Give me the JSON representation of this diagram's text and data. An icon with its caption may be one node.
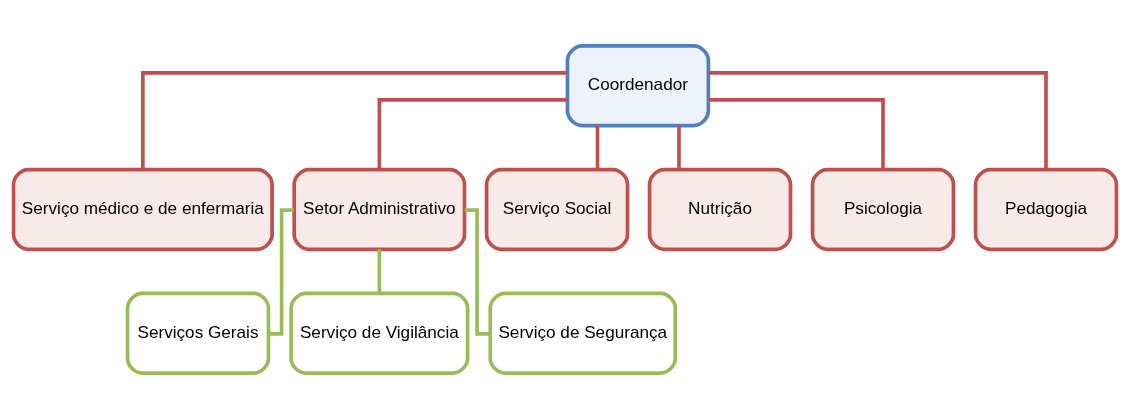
{
  "diagram": {
    "nodes": [
      {
        "text": [
          "Coordenador"
        ]
      },
      {
        "text": [
          "Serviço médico e de enfermaria"
        ]
      },
      {
        "text": [
          "Setor Administrativo"
        ]
      },
      {
        "text": [
          "Serviço Social"
        ]
      },
      {
        "text": [
          "Nutrição"
        ]
      },
      {
        "text": [
          "Psicologia"
        ]
      },
      {
        "text": [
          "Pedagogia"
        ]
      },
      {
        "text": [
          "Serviços Gerais"
        ]
      },
      {
        "text": [
          "Serviço de Vigilância"
        ]
      },
      {
        "text": [
          "Serviço de Segurança"
        ]
      }
    ],
    "edges": [
      {
        "from": 0,
        "to": 1,
        "arrow": "none"
      },
      {
        "from": 0,
        "to": 2,
        "arrow": "none"
      },
      {
        "from": 0,
        "to": 3,
        "arrow": "none"
      },
      {
        "from": 0,
        "to": 4,
        "arrow": "none"
      },
      {
        "from": 0,
        "to": 5,
        "arrow": "none"
      },
      {
        "from": 0,
        "to": 6,
        "arrow": "none"
      },
      {
        "from": 2,
        "to": 7,
        "arrow": "none",
        "color": "#9bbb59"
      },
      {
        "from": 2,
        "to": 8,
        "arrow": "none",
        "color": "#9bbb59"
      },
      {
        "from": 2,
        "to": 9,
        "arrow": "none",
        "color": "#9bbb59"
      }
    ]
  }
}
